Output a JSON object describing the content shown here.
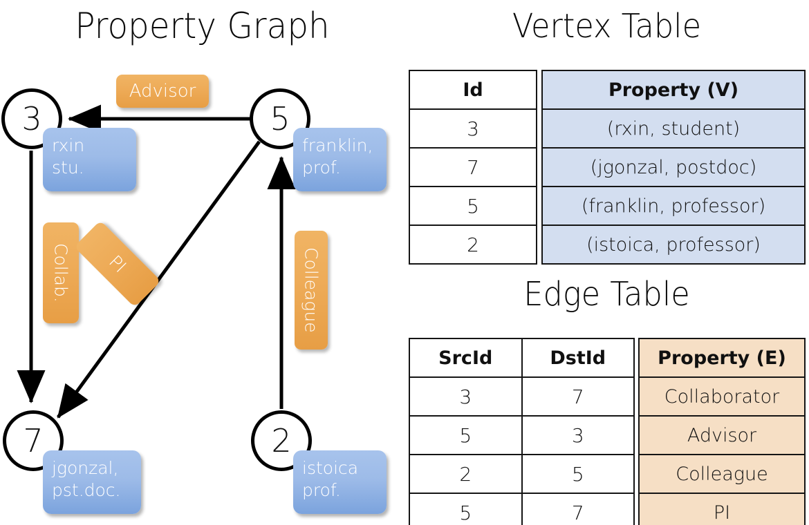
{
  "titles": {
    "property_graph": "Property Graph",
    "vertex_table": "Vertex Table",
    "edge_table": "Edge Table"
  },
  "graph": {
    "nodes": [
      {
        "id": "3",
        "name": "rxin",
        "role": "stu.",
        "prop_line1": "rxin",
        "prop_line2": "stu."
      },
      {
        "id": "5",
        "name": "franklin",
        "role": "prof.",
        "prop_line1": "franklin,",
        "prop_line2": "prof."
      },
      {
        "id": "7",
        "name": "jgonzal",
        "role": "pst.doc.",
        "prop_line1": "jgonzal,",
        "prop_line2": "pst.doc."
      },
      {
        "id": "2",
        "name": "istoica",
        "role": "prof.",
        "prop_line1": "istoica",
        "prop_line2": "prof."
      }
    ],
    "edge_labels": [
      {
        "key": "advisor",
        "label": "Advisor"
      },
      {
        "key": "collab",
        "label": "Collab."
      },
      {
        "key": "pi",
        "label": "PI"
      },
      {
        "key": "colleague",
        "label": "Colleague"
      }
    ],
    "edges": [
      {
        "src": "5",
        "dst": "3",
        "label": "Advisor"
      },
      {
        "src": "3",
        "dst": "7",
        "label": "Collab."
      },
      {
        "src": "5",
        "dst": "7",
        "label": "PI"
      },
      {
        "src": "2",
        "dst": "5",
        "label": "Colleague"
      }
    ]
  },
  "vertex_table": {
    "headers": {
      "id": "Id",
      "property": "Property (V)"
    },
    "rows": [
      {
        "id": "3",
        "property": "(rxin, student)"
      },
      {
        "id": "7",
        "property": "(jgonzal, postdoc)"
      },
      {
        "id": "5",
        "property": "(franklin, professor)"
      },
      {
        "id": "2",
        "property": "(istoica, professor)"
      }
    ]
  },
  "edge_table": {
    "headers": {
      "src": "SrcId",
      "dst": "DstId",
      "property": "Property (E)"
    },
    "rows": [
      {
        "src": "3",
        "dst": "7",
        "property": "Collaborator"
      },
      {
        "src": "5",
        "dst": "3",
        "property": "Advisor"
      },
      {
        "src": "2",
        "dst": "5",
        "property": "Colleague"
      },
      {
        "src": "5",
        "dst": "7",
        "property": "PI"
      }
    ]
  },
  "colors": {
    "vertex_box": "#9dbbe8",
    "edge_box": "#eeac59",
    "vertex_table_fill": "#d3def0",
    "edge_table_fill": "#f6dfc5",
    "stroke": "#000000"
  }
}
